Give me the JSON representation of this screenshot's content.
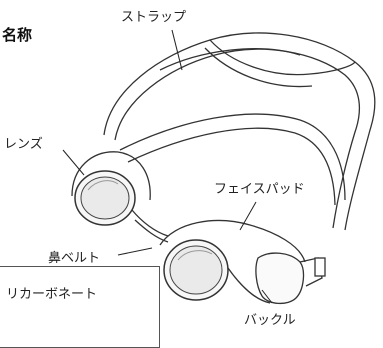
{
  "title": "名称",
  "labels": {
    "strap": "ストラップ",
    "lens": "レンズ",
    "face_pad": "フェイスパッド",
    "nose_belt": "鼻ベルト",
    "buckle": "バックル"
  },
  "material_box": {
    "text": "リカーボネート"
  }
}
